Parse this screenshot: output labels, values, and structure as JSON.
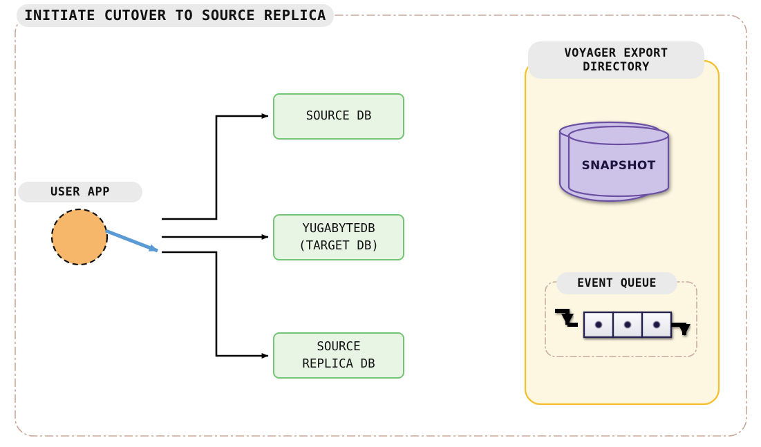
{
  "diagram": {
    "title": "INITIATE CUTOVER TO SOURCE REPLICA",
    "type": "architecture-flow",
    "outer_border_color": "#c9a898",
    "outer_border_style": "dash-dot"
  },
  "actor": {
    "label": "USER APP",
    "shape": "circle",
    "fill": "#f7b76a",
    "stroke": "#111111",
    "stroke_style": "dashed"
  },
  "databases": [
    {
      "name": "source-db",
      "label": "SOURCE DB",
      "lines": [
        "SOURCE DB"
      ]
    },
    {
      "name": "yugabytedb-target",
      "label": "YUGABYTEDB (TARGET DB)",
      "lines": [
        "YUGABYTEDB",
        "(TARGET DB)"
      ]
    },
    {
      "name": "source-replica-db",
      "label": "SOURCE REPLICA DB",
      "lines": [
        "SOURCE",
        "REPLICA DB"
      ]
    }
  ],
  "db_style": {
    "fill": "#e8f4e4",
    "stroke": "#74c476"
  },
  "voyager": {
    "title_lines": [
      "VOYAGER EXPORT",
      "DIRECTORY"
    ],
    "title": "VOYAGER EXPORT DIRECTORY",
    "panel_fill": "#fdf6e0",
    "panel_stroke": "#f5bf2b"
  },
  "snapshot": {
    "label": "SNAPSHOT",
    "shape": "cylinder",
    "fill": "#cdc2e8",
    "stroke": "#6a4fa3"
  },
  "event_queue": {
    "label": "EVENT QUEUE",
    "item_count": 3,
    "item_fill": "#efeff4",
    "item_stroke": "#262250",
    "border_color": "#c9a898",
    "border_style": "dash-dot"
  },
  "connectors": [
    {
      "name": "app-to-source-db",
      "color": "#000000",
      "style": "orthogonal-arrow"
    },
    {
      "name": "app-to-target-db",
      "color": "#000000",
      "style": "straight-arrow"
    },
    {
      "name": "app-to-source-replica-db",
      "color": "#000000",
      "style": "orthogonal-arrow"
    },
    {
      "name": "app-active-link",
      "color": "#5b9bd5",
      "style": "straight-arrow"
    },
    {
      "name": "queue-in",
      "color": "#000000",
      "style": "orthogonal-arrow"
    },
    {
      "name": "queue-out",
      "color": "#000000",
      "style": "orthogonal-arrow"
    }
  ]
}
